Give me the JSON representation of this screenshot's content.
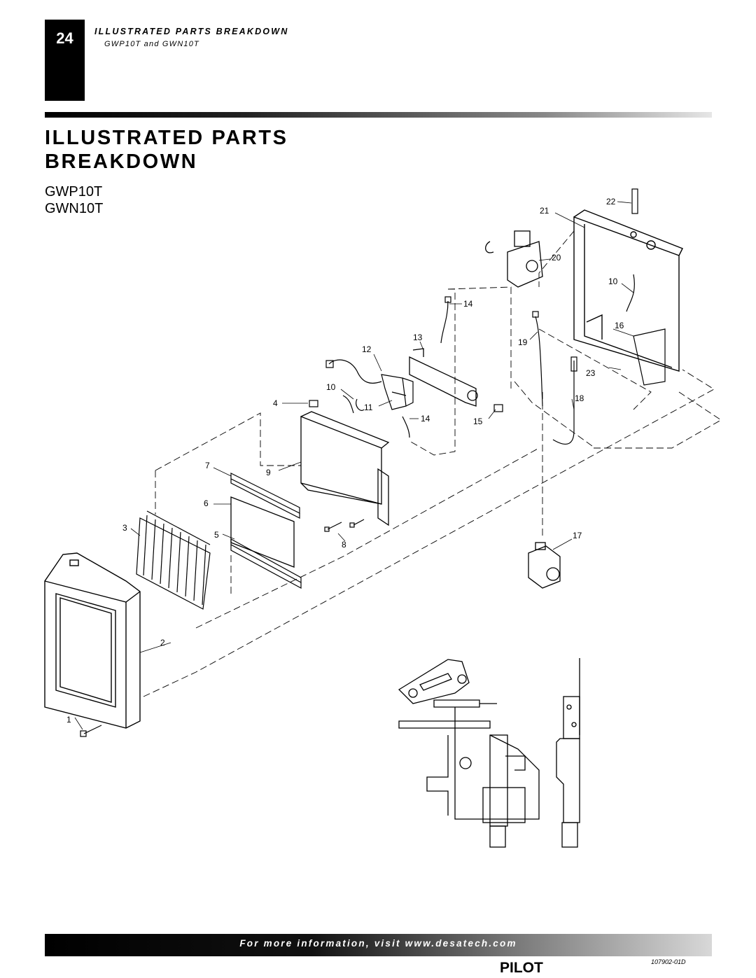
{
  "header": {
    "page_number": "24",
    "title": "ILLUSTRATED PARTS BREAKDOWN",
    "subtitle": "GWP10T and GWN10T"
  },
  "section": {
    "title_line1": "ILLUSTRATED PARTS",
    "title_line2": "BREAKDOWN",
    "model1": "GWP10T",
    "model2": "GWN10T"
  },
  "callouts": {
    "c1": "1",
    "c2": "2",
    "c3": "3",
    "c4": "4",
    "c5": "5",
    "c6": "6",
    "c7": "7",
    "c8": "8",
    "c9": "9",
    "c10a": "10",
    "c10b": "10",
    "c11": "11",
    "c12": "12",
    "c13": "13",
    "c14a": "14",
    "c14b": "14",
    "c15": "15",
    "c16": "16",
    "c17": "17",
    "c18": "18",
    "c19": "19",
    "c20": "20",
    "c21": "21",
    "c22": "22",
    "c23": "23"
  },
  "pilot": {
    "label": "PILOT"
  },
  "footer": {
    "text": "For more information, visit www.desatech.com",
    "doc_number": "107902-01D"
  }
}
